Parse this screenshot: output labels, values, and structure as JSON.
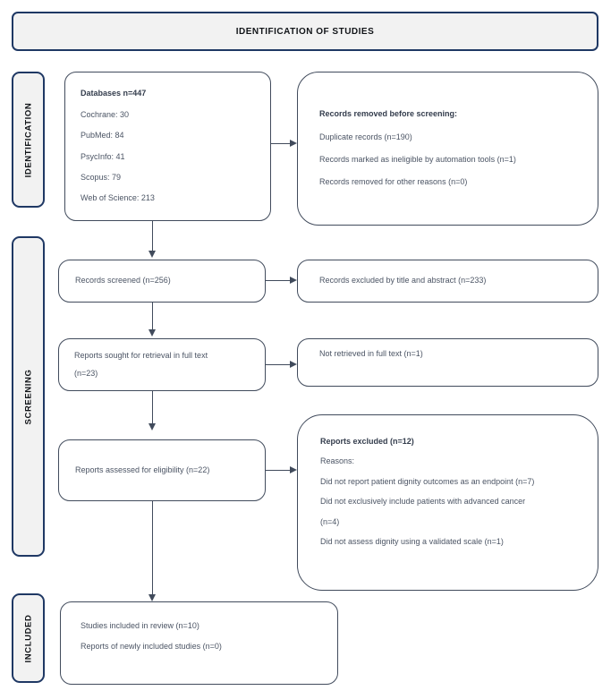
{
  "header": {
    "title": "IDENTIFICATION OF STUDIES"
  },
  "phases": {
    "identification": "IDENTIFICATION",
    "screening": "SCREENING",
    "included": "INCLUDED"
  },
  "colors": {
    "phase_border": "#1F3864",
    "phase_fill": "#F2F2F2",
    "flow_border": "#414B5C",
    "text": "#4B5464",
    "connector": "#414B5C"
  },
  "boxes": {
    "databases": {
      "lines": [
        "Databases n=447",
        "Cochrane: 30",
        "PubMed: 84",
        "PsycInfo: 41",
        "Scopus: 79",
        "Web of Science: 213"
      ]
    },
    "records_removed": {
      "lines": [
        "Records removed before screening:",
        "Duplicate records (n=190)",
        "Records marked  as ineligible by automation tools (n=1)",
        "Records removed for other reasons (n=0)"
      ]
    },
    "records_screened": {
      "line": "Records screened (n=256)"
    },
    "records_excluded": {
      "line": "Records excluded by title and abstract (n=233)"
    },
    "reports_sought": {
      "line1": "Reports sought for retrieval in full text",
      "line2": "(n=23)"
    },
    "not_retrieved": {
      "line": "Not retrieved in full text (n=1)"
    },
    "reports_assessed": {
      "line": "Reports assessed for eligibility (n=22)"
    },
    "reports_excluded": {
      "lines": [
        "Reports excluded  (n=12)",
        "Reasons:",
        "Did not report patient dignity outcomes as an endpoint (n=7)",
        "Did not exclusively include patients with advanced cancer",
        "(n=4)",
        "Did not assess dignity using a validated scale (n=1)"
      ]
    },
    "studies_included": {
      "line1": "Studies included in review (n=10)",
      "line2": "Reports of newly included studies (n=0)"
    }
  },
  "chart_data": {
    "type": "diagram",
    "title": "PRISMA 2020 flow diagram",
    "nodes": [
      {
        "id": "databases",
        "phase": "identification",
        "value": 447,
        "breakdown": {
          "Cochrane": 30,
          "PubMed": 84,
          "PsycInfo": 41,
          "Scopus": 79,
          "Web of Science": 213
        }
      },
      {
        "id": "records_removed",
        "phase": "identification",
        "breakdown": {
          "duplicate_records": 190,
          "ineligible_by_automation_tools": 1,
          "removed_other_reasons": 0
        }
      },
      {
        "id": "records_screened",
        "phase": "screening",
        "value": 256
      },
      {
        "id": "records_excluded",
        "phase": "screening",
        "value": 233
      },
      {
        "id": "reports_sought",
        "phase": "screening",
        "value": 23
      },
      {
        "id": "not_retrieved",
        "phase": "screening",
        "value": 1
      },
      {
        "id": "reports_assessed",
        "phase": "screening",
        "value": 22
      },
      {
        "id": "reports_excluded",
        "phase": "screening",
        "value": 12,
        "breakdown": {
          "no_patient_dignity_endpoint": 7,
          "not_exclusively_advanced_cancer": 4,
          "no_validated_dignity_scale": 1
        }
      },
      {
        "id": "studies_included",
        "phase": "included",
        "value": 10,
        "breakdown": {
          "reports_of_newly_included_studies": 0
        }
      }
    ],
    "edges": [
      {
        "from": "databases",
        "to": "records_removed",
        "direction": "right"
      },
      {
        "from": "databases",
        "to": "records_screened",
        "direction": "down"
      },
      {
        "from": "records_screened",
        "to": "records_excluded",
        "direction": "right"
      },
      {
        "from": "records_screened",
        "to": "reports_sought",
        "direction": "down"
      },
      {
        "from": "reports_sought",
        "to": "not_retrieved",
        "direction": "right"
      },
      {
        "from": "reports_sought",
        "to": "reports_assessed",
        "direction": "down"
      },
      {
        "from": "reports_assessed",
        "to": "reports_excluded",
        "direction": "right"
      },
      {
        "from": "reports_assessed",
        "to": "studies_included",
        "direction": "down"
      }
    ]
  }
}
